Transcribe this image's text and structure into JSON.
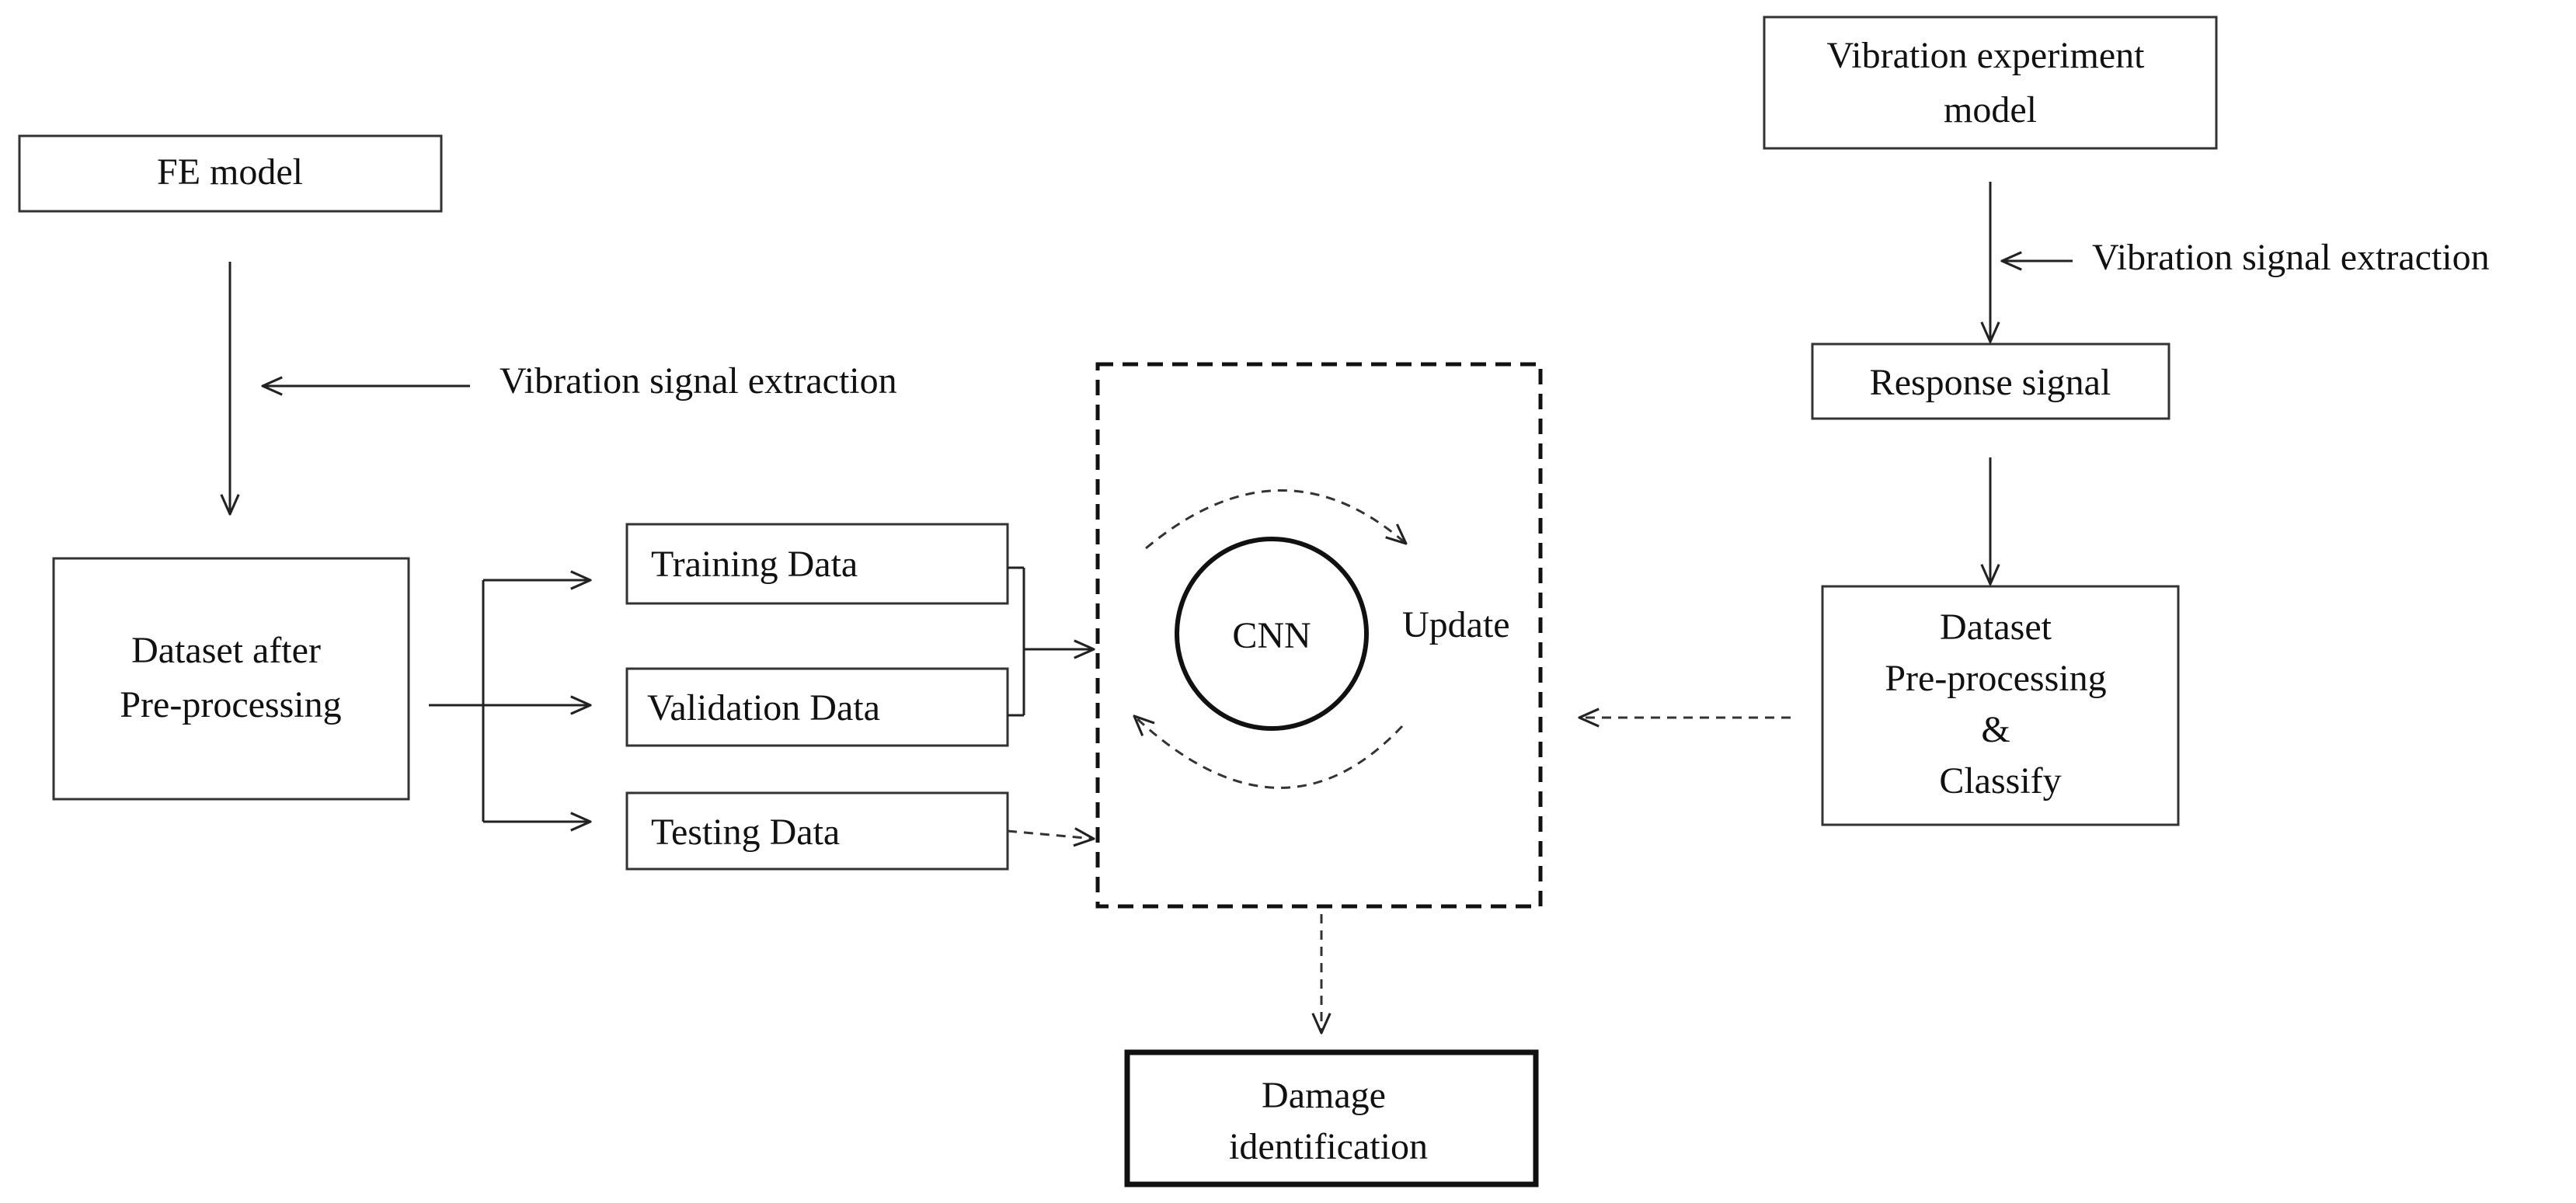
{
  "nodes": {
    "fe_model": "FE model",
    "dataset_after": [
      "Dataset after",
      "Pre-processing"
    ],
    "training": "Training  Data",
    "validation": "Validation  Data",
    "testing": "Testing Data",
    "cnn": "CNN",
    "update": "Update",
    "damage": [
      "Damage",
      "identification"
    ],
    "vib_exp": [
      "Vibration  experiment",
      "model"
    ],
    "response": "Response signal",
    "dataset_classify": [
      "Dataset",
      "Pre-processing",
      "&",
      "Classify"
    ]
  },
  "labels": {
    "left_extraction": "Vibration  signal  extraction",
    "right_extraction": "Vibration  signal  extraction"
  }
}
